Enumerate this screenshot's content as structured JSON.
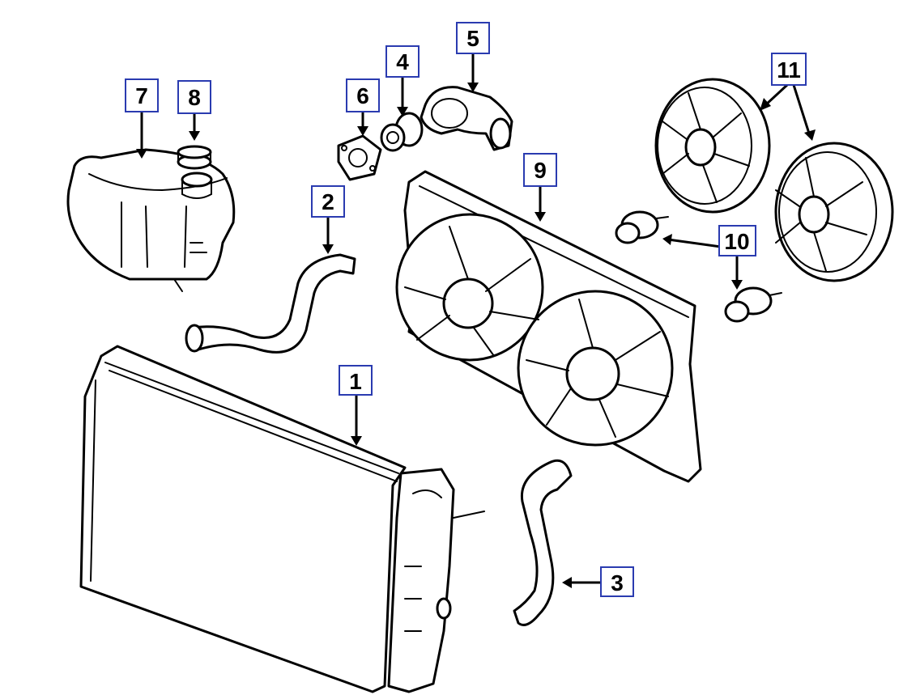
{
  "callouts": [
    {
      "id": "c1",
      "label": "1"
    },
    {
      "id": "c2",
      "label": "2"
    },
    {
      "id": "c3",
      "label": "3"
    },
    {
      "id": "c4",
      "label": "4"
    },
    {
      "id": "c5",
      "label": "5"
    },
    {
      "id": "c6",
      "label": "6"
    },
    {
      "id": "c7",
      "label": "7"
    },
    {
      "id": "c8",
      "label": "8"
    },
    {
      "id": "c9",
      "label": "9"
    },
    {
      "id": "c10",
      "label": "10"
    },
    {
      "id": "c11",
      "label": "11"
    }
  ],
  "colors": {
    "line": "#000000",
    "callout_border": "#2a3bb0",
    "background": "#ffffff"
  }
}
